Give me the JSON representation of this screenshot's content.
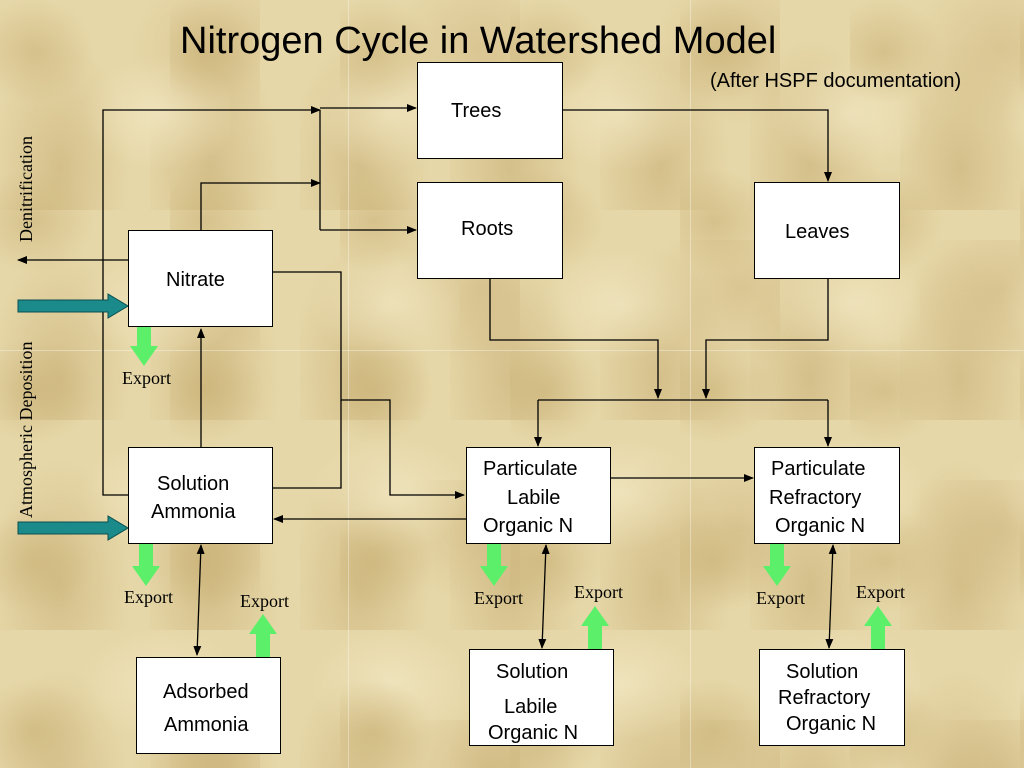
{
  "title": "Nitrogen Cycle in Watershed Model",
  "subtitle": "(After HSPF documentation)",
  "side_labels": {
    "denitrification": "Denitrification",
    "atmospheric_deposition": "Atmospheric Deposition"
  },
  "boxes": {
    "trees": "Trees",
    "roots": "Roots",
    "leaves": "Leaves",
    "nitrate": "Nitrate",
    "solution_ammonia": [
      "Solution",
      "Ammonia"
    ],
    "particulate_labile": [
      "Particulate",
      "Labile",
      "Organic N"
    ],
    "particulate_refractory": [
      "Particulate",
      "Refractory",
      "Organic N"
    ],
    "adsorbed_ammonia": [
      "Adsorbed",
      "Ammonia"
    ],
    "solution_labile": [
      "Solution",
      "Labile",
      "Organic N"
    ],
    "solution_refractory": [
      "Solution",
      "Refractory",
      "Organic N"
    ]
  },
  "export_label": "Export",
  "colors": {
    "deposition_arrow": "#1a8a8a",
    "export_arrow": "#5cf06a",
    "box_fill": "#ffffff",
    "line": "#000000"
  }
}
